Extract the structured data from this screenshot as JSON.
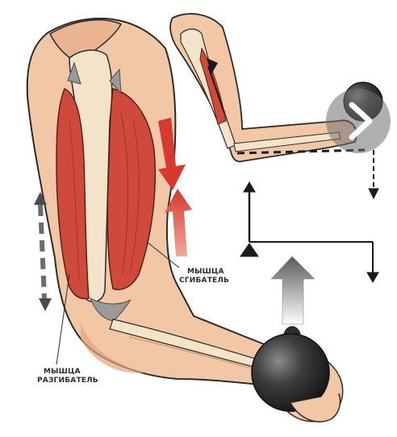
{
  "labels": {
    "flexor_line1": "МЫШЦА",
    "flexor_line2": "СГИБАТЕЛЬ",
    "extensor_line1": "МЫШЦА",
    "extensor_line2": "РАЗГИБАТЕЛЬ"
  },
  "colors": {
    "skin": "#f2c7a6",
    "skin_shade": "#e4a47f",
    "muscle": "#cf4a3b",
    "muscle_dark": "#a8322a",
    "bone": "#f3e4c9",
    "tendon": "#9a9a9a",
    "arrow_red": "#d63a2e",
    "arrow_grey": "#6d6d6d",
    "ink": "#1a1a1a",
    "ball": "#3a3a3a"
  },
  "controls": {
    "next_icon": "chevron-right-icon"
  }
}
